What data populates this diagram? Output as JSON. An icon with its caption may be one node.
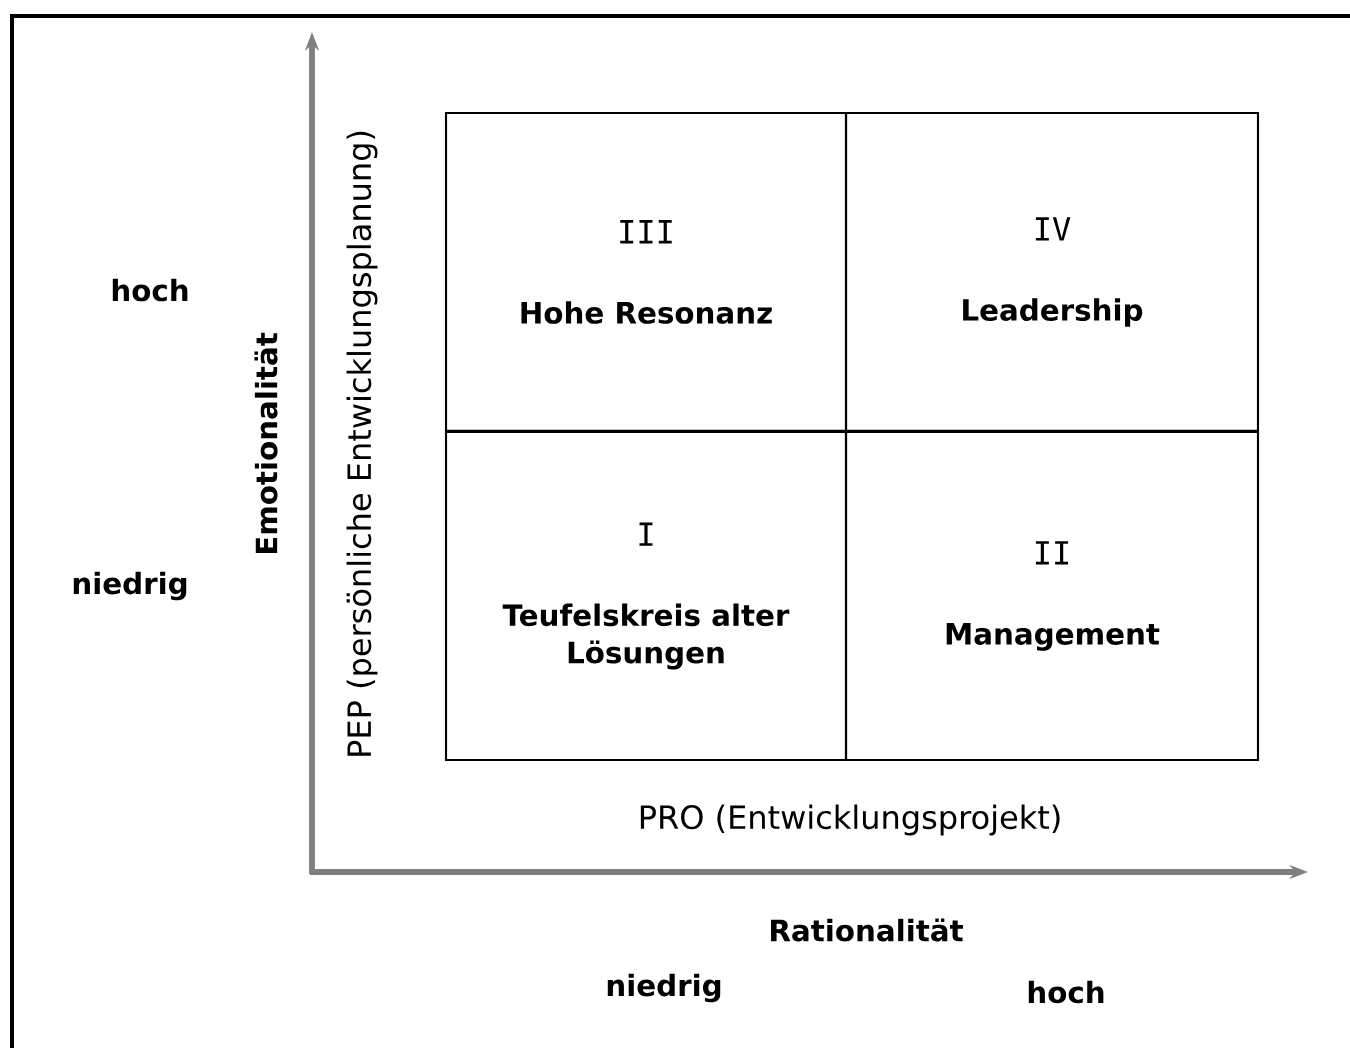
{
  "diagram": {
    "nodes": [
      {
        "text": [
          "III",
          "Hohe Resonanz"
        ]
      },
      {
        "text": [
          "IV",
          "Leadership"
        ]
      },
      {
        "text": [
          "I",
          "Teufelskreis alter Lösungen"
        ]
      },
      {
        "text": [
          "II",
          "Management"
        ]
      }
    ],
    "labels": [
      "hoch",
      "Emotionalität",
      "PEP (persönliche Entwicklungsplanung)",
      "niedrig",
      "PRO (Entwicklungsprojekt)",
      "Rationalität",
      "niedrig",
      "hoch"
    ]
  }
}
